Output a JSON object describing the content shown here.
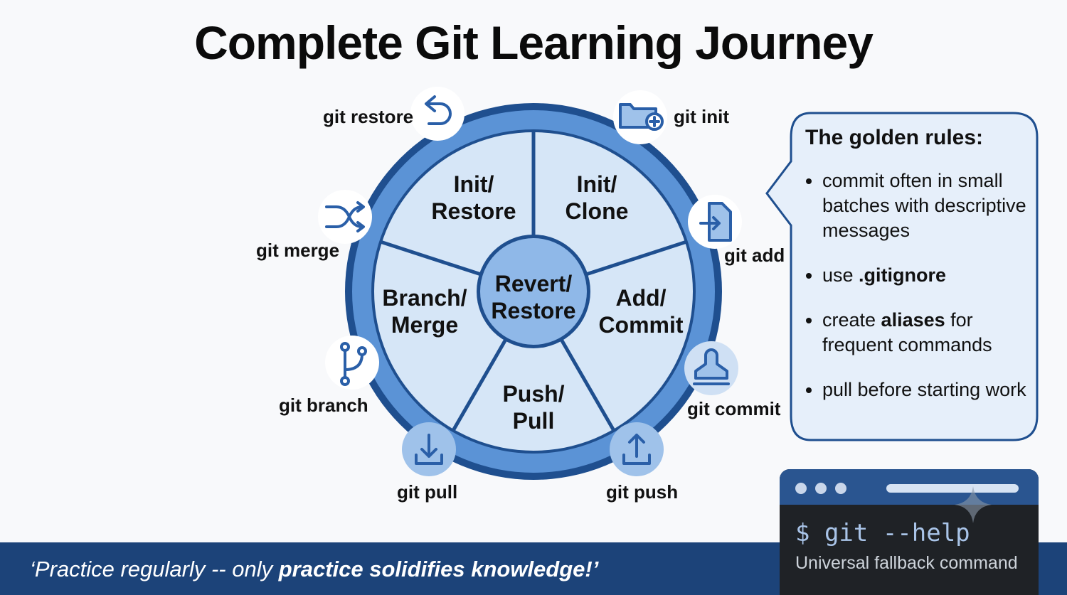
{
  "title": "Complete Git Learning Journey",
  "center_label": [
    "Revert/",
    "Restore"
  ],
  "segments": [
    {
      "id": "init-restore",
      "lines": [
        "Init/",
        "Restore"
      ]
    },
    {
      "id": "init-clone",
      "lines": [
        "Init/",
        "Clone"
      ]
    },
    {
      "id": "add-commit",
      "lines": [
        "Add/",
        "Commit"
      ]
    },
    {
      "id": "push-pull",
      "lines": [
        "Push/",
        "Pull"
      ]
    },
    {
      "id": "branch-merge",
      "lines": [
        "Branch/",
        "Merge"
      ]
    }
  ],
  "commands": [
    {
      "id": "git-restore",
      "label": "git restore",
      "icon": "undo-arrow-icon"
    },
    {
      "id": "git-init",
      "label": "git init",
      "icon": "folder-plus-icon"
    },
    {
      "id": "git-add",
      "label": "git add",
      "icon": "file-import-icon"
    },
    {
      "id": "git-commit",
      "label": "git commit",
      "icon": "stamp-icon"
    },
    {
      "id": "git-push",
      "label": "git push",
      "icon": "upload-icon"
    },
    {
      "id": "git-pull",
      "label": "git pull",
      "icon": "download-icon"
    },
    {
      "id": "git-branch",
      "label": "git branch",
      "icon": "branch-icon"
    },
    {
      "id": "git-merge",
      "label": "git merge",
      "icon": "shuffle-icon"
    }
  ],
  "rules": {
    "title": "The golden rules:",
    "items": [
      {
        "parts": [
          {
            "text": "commit often in small batches with descriptive messages",
            "bold": false
          }
        ]
      },
      {
        "parts": [
          {
            "text": "use ",
            "bold": false
          },
          {
            "text": ".gitignore",
            "bold": true
          }
        ]
      },
      {
        "parts": [
          {
            "text": "create ",
            "bold": false
          },
          {
            "text": "aliases",
            "bold": true
          },
          {
            "text": " for frequent commands",
            "bold": false
          }
        ]
      },
      {
        "parts": [
          {
            "text": "pull before starting work",
            "bold": false
          }
        ]
      }
    ]
  },
  "quote": {
    "prefix": "‘Practice regularly -- only ",
    "emphasis": "practice solidifies knowledge!’"
  },
  "terminal": {
    "command": "$ git --help",
    "description": "Universal fallback command"
  },
  "colors": {
    "ring_dark": "#1f4f8f",
    "ring_mid": "#5b93d6",
    "segment_fill": "#d6e6f7",
    "center_fill": "#8fb8e8",
    "banner": "#1c4379",
    "terminal_bg": "#1f2226"
  }
}
